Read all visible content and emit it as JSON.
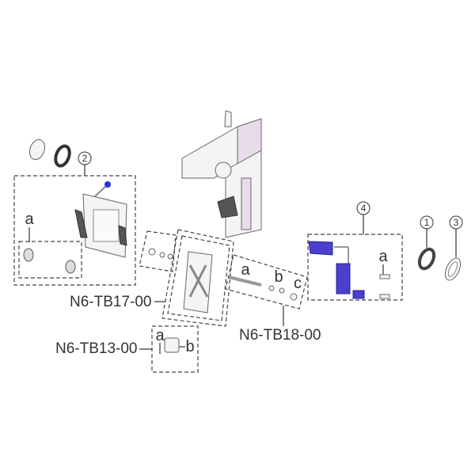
{
  "callouts": {
    "item1": "1",
    "item2": "2",
    "item3": "3",
    "item4": "4"
  },
  "sub_labels": {
    "item2_a": "a",
    "item4_a": "a",
    "tb18_a": "a",
    "tb18_b": "b",
    "tb18_c": "c",
    "tb13_a": "a",
    "tb13_b": "b"
  },
  "part_numbers": {
    "tb17": "N6-TB17-00",
    "tb18": "N6-TB18-00",
    "tb13": "N6-TB13-00"
  },
  "colors": {
    "accent_blue": "#4b3fcf",
    "housing_pink": "#e8dcea"
  }
}
